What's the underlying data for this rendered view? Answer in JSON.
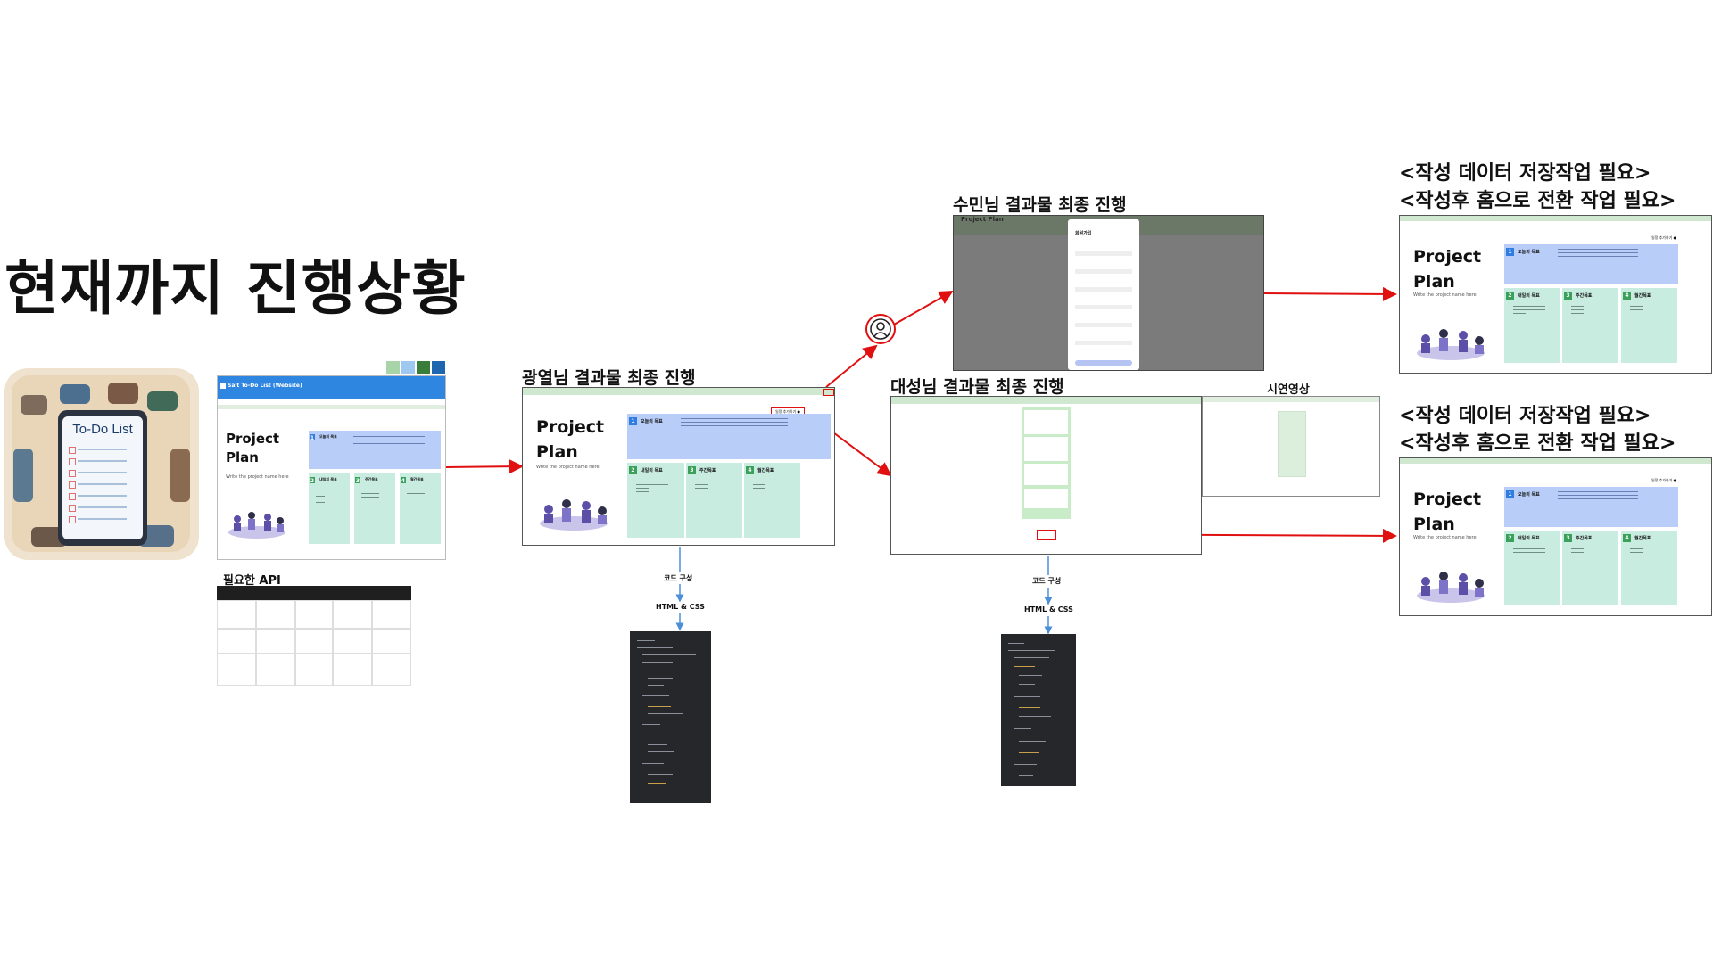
{
  "page": {
    "title": "현재까지 진행상황"
  },
  "todo_app": {
    "icon_text": "To-Do List",
    "header_text": "Salt To-Do List (Website)",
    "api_label": "필요한 API",
    "palette": [
      "#a8d5a8",
      "#9ec8f0",
      "#3a7d3a",
      "#1f66b0"
    ]
  },
  "plan_mock": {
    "title_line1": "Project",
    "title_line2": "Plan",
    "subtitle": "Write the project name here",
    "today_title": "오늘의 목표",
    "tomorrow_title": "내일의 목표",
    "week_title": "주간목표",
    "month_title": "월간목표",
    "edit_button": "일정 추가하기 ●"
  },
  "stages": {
    "kwangyeol": "광열님 결과물 최종 진행",
    "sumin": "수민님 결과물 최종 진행",
    "daeseong": "대성님 결과물 최종 진행",
    "demo_video": "시연영상",
    "code_structure": "코드 구성",
    "html_css": "HTML & CSS"
  },
  "sumin_mock": {
    "header": "Project Plan",
    "form_title": "회원가입"
  },
  "notes": {
    "line1": "<작성 데이터 저장작업 필요>",
    "line2": "<작성후 홈으로 전환 작업 필요>"
  },
  "colors": {
    "arrow_red": "#e01010",
    "arrow_blue": "#4a8fd8",
    "header_blue": "#2f86e0",
    "today_blue": "#b8cdf7",
    "card_green": "#c8ece0",
    "code_bg": "#25272b"
  },
  "icons": [
    "user-avatar-icon"
  ]
}
